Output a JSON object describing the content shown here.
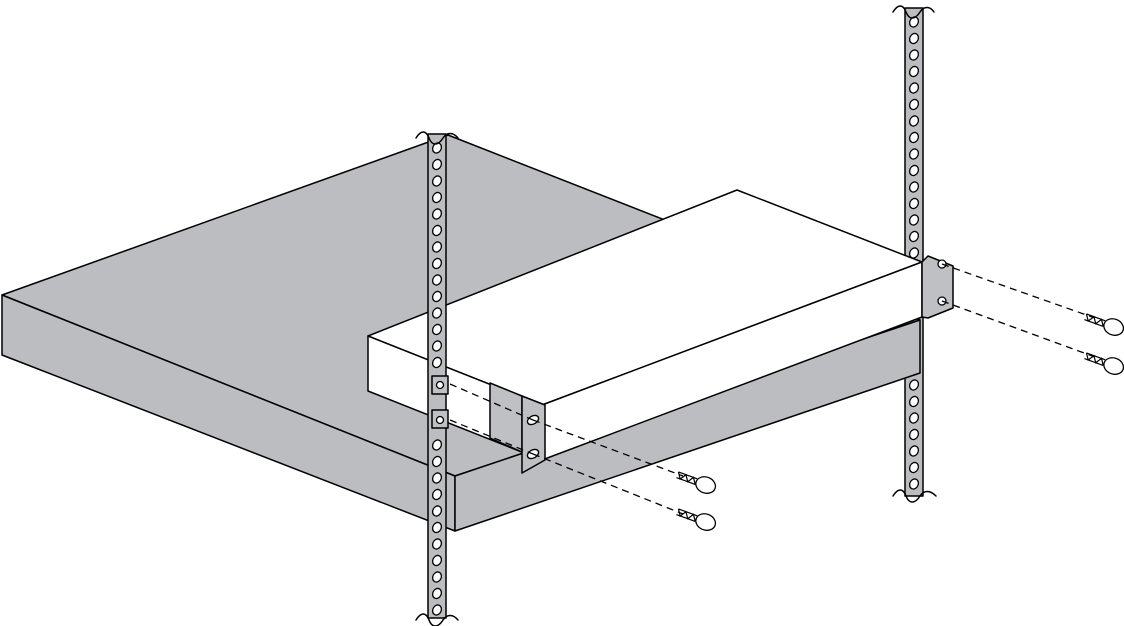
{
  "colors": {
    "shelf": "#bcbdc0",
    "shelf_shadow": "#a7a8ab",
    "ear": "#bfc0c3",
    "device_side": "#ffffff",
    "line": "#000000"
  },
  "components": {
    "rack_posts": [
      "left-rack-post",
      "right-rack-post"
    ],
    "shelf": "rack-shelf",
    "device": "rack-mount-device",
    "mounting_ears": [
      "left-mounting-ear",
      "right-mounting-ear"
    ],
    "screws": [
      "screw-left-upper",
      "screw-left-lower",
      "screw-right-upper",
      "screw-right-lower"
    ]
  }
}
